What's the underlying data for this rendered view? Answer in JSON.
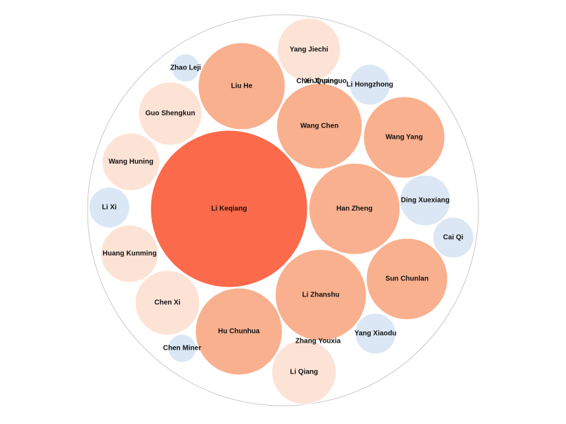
{
  "chart_data": {
    "type": "packed-bubble",
    "title": "",
    "legend": "none",
    "colors": {
      "large": "#fb6a4a",
      "medium": "#f9b08e",
      "small": "#fde3d6",
      "tiny": "#dbe7f4",
      "outer_ring_stroke": "#c8c8c8",
      "bubble_stroke": "#ffffff"
    },
    "bubbles": [
      {
        "name": "Li Keqiang",
        "value": 100,
        "tier": "large"
      },
      {
        "name": "Han Zheng",
        "value": 33,
        "tier": "medium"
      },
      {
        "name": "Li Zhanshu",
        "value": 33,
        "tier": "medium"
      },
      {
        "name": "Wang Chen",
        "value": 29,
        "tier": "medium"
      },
      {
        "name": "Liu He",
        "value": 30,
        "tier": "medium"
      },
      {
        "name": "Hu Chunhua",
        "value": 30,
        "tier": "medium"
      },
      {
        "name": "Wang Yang",
        "value": 27,
        "tier": "medium"
      },
      {
        "name": "Sun Chunlan",
        "value": 27,
        "tier": "medium"
      },
      {
        "name": "Yang Jiechi",
        "value": 16,
        "tier": "small"
      },
      {
        "name": "Guo Shengkun",
        "value": 16,
        "tier": "small"
      },
      {
        "name": "Wang Huning",
        "value": 13,
        "tier": "small"
      },
      {
        "name": "Huang Kunming",
        "value": 13,
        "tier": "small"
      },
      {
        "name": "Chen Xi",
        "value": 16,
        "tier": "small"
      },
      {
        "name": "Li Qiang",
        "value": 16,
        "tier": "small"
      },
      {
        "name": "Li Hongzhong",
        "value": 6,
        "tier": "tiny"
      },
      {
        "name": "Ding Xuexiang",
        "value": 10,
        "tier": "tiny"
      },
      {
        "name": "Cai Qi",
        "value": 6,
        "tier": "tiny"
      },
      {
        "name": "Yang Xiaodu",
        "value": 6,
        "tier": "tiny"
      },
      {
        "name": "Zhao Leji",
        "value": 3,
        "tier": "tiny"
      },
      {
        "name": "Li Xi",
        "value": 6,
        "tier": "tiny"
      },
      {
        "name": "Chen Miner",
        "value": 3,
        "tier": "tiny"
      },
      {
        "name": "Chen Quanguo",
        "value": 0,
        "tier": "tiny"
      },
      {
        "name": "Xi Jinping",
        "value": 0,
        "tier": "tiny"
      },
      {
        "name": "Zhang Youxia",
        "value": 0,
        "tier": "tiny"
      }
    ]
  }
}
